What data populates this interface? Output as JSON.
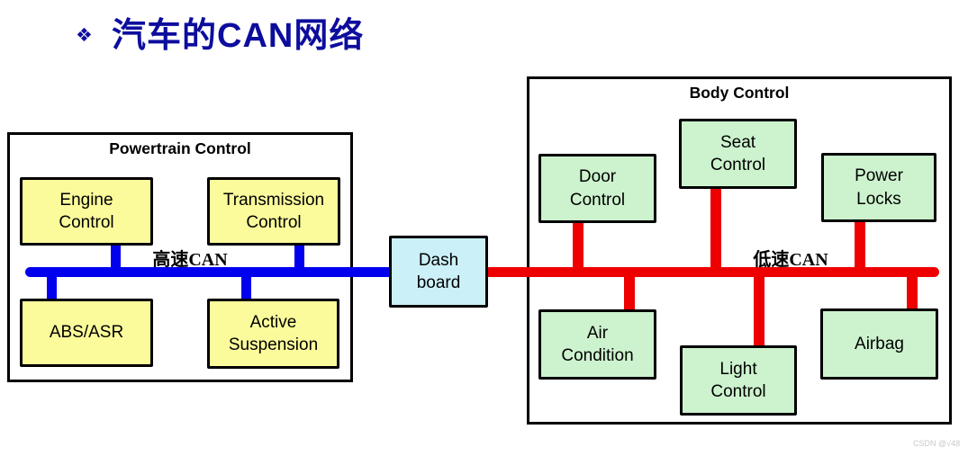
{
  "title": {
    "bullet": "❖",
    "text": "汽车的CAN网络"
  },
  "watermark": "CSDN @√48",
  "colors": {
    "title_text": "#0d0d9d",
    "high_speed_bus": "#0000ee",
    "low_speed_bus": "#ee0000",
    "powertrain_node_fill": "#fbfb9b",
    "body_node_fill": "#cdf3ce",
    "gateway_fill": "#cbf0f8",
    "box_border": "#000000"
  },
  "powertrain": {
    "label": "Powertrain Control",
    "bus_label": "高速CAN",
    "nodes": [
      {
        "label": "Engine\nControl"
      },
      {
        "label": "Transmission\nControl"
      },
      {
        "label": "ABS/ASR"
      },
      {
        "label": "Active\nSuspension"
      }
    ]
  },
  "gateway": {
    "label": "Dash\nboard"
  },
  "body": {
    "label": "Body Control",
    "bus_label": "低速CAN",
    "nodes": [
      {
        "label": "Door\nControl"
      },
      {
        "label": "Seat\nControl"
      },
      {
        "label": "Power\nLocks"
      },
      {
        "label": "Air\nCondition"
      },
      {
        "label": "Light\nControl"
      },
      {
        "label": "Airbag"
      }
    ]
  }
}
